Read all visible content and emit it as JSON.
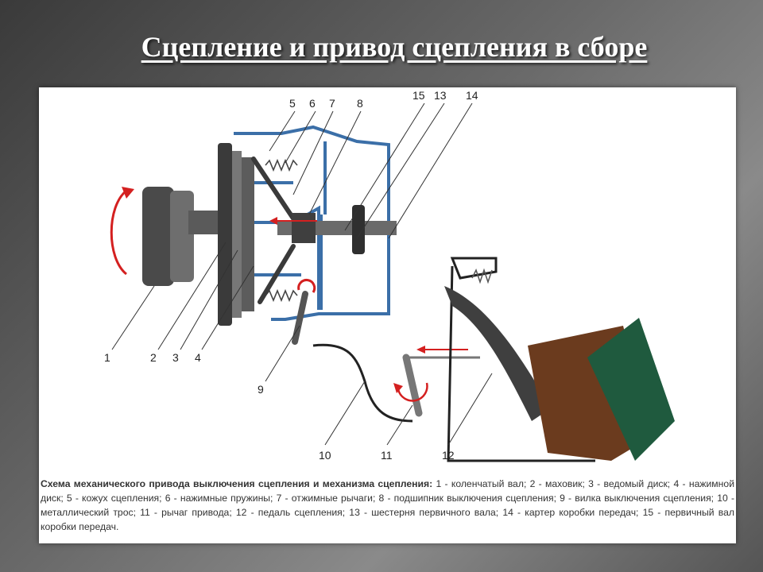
{
  "slide": {
    "title": "Сцепление и привод сцепления в сборе"
  },
  "diagram": {
    "callouts": [
      "1",
      "2",
      "3",
      "4",
      "5",
      "6",
      "7",
      "8",
      "9",
      "10",
      "11",
      "12",
      "13",
      "14",
      "15"
    ],
    "colors": {
      "housing": "#3b6fa8",
      "arrow": "#d42020",
      "pedal_pad": "#1f5a3e",
      "pedal_base": "#6b3b1e",
      "metal": "#555555"
    }
  },
  "caption": {
    "heading": "Схема механического привода выключения сцепления и механизма сцепления:",
    "text": " 1 - коленчатый вал; 2 - маховик; 3 - ведомый диск; 4 - нажимной диск; 5 - кожух сцепления; 6 - нажимные пружины; 7 - отжимные рычаги; 8 - подшипник выключения сцепления; 9 - вилка выключения  сцепления; 10 - металлический трос; 11 - рычаг привода;  12 - педаль сцепления; 13 - шестерня первичного вала; 14 - картер коробки передач; 15 - первичный вал коробки передач."
  }
}
